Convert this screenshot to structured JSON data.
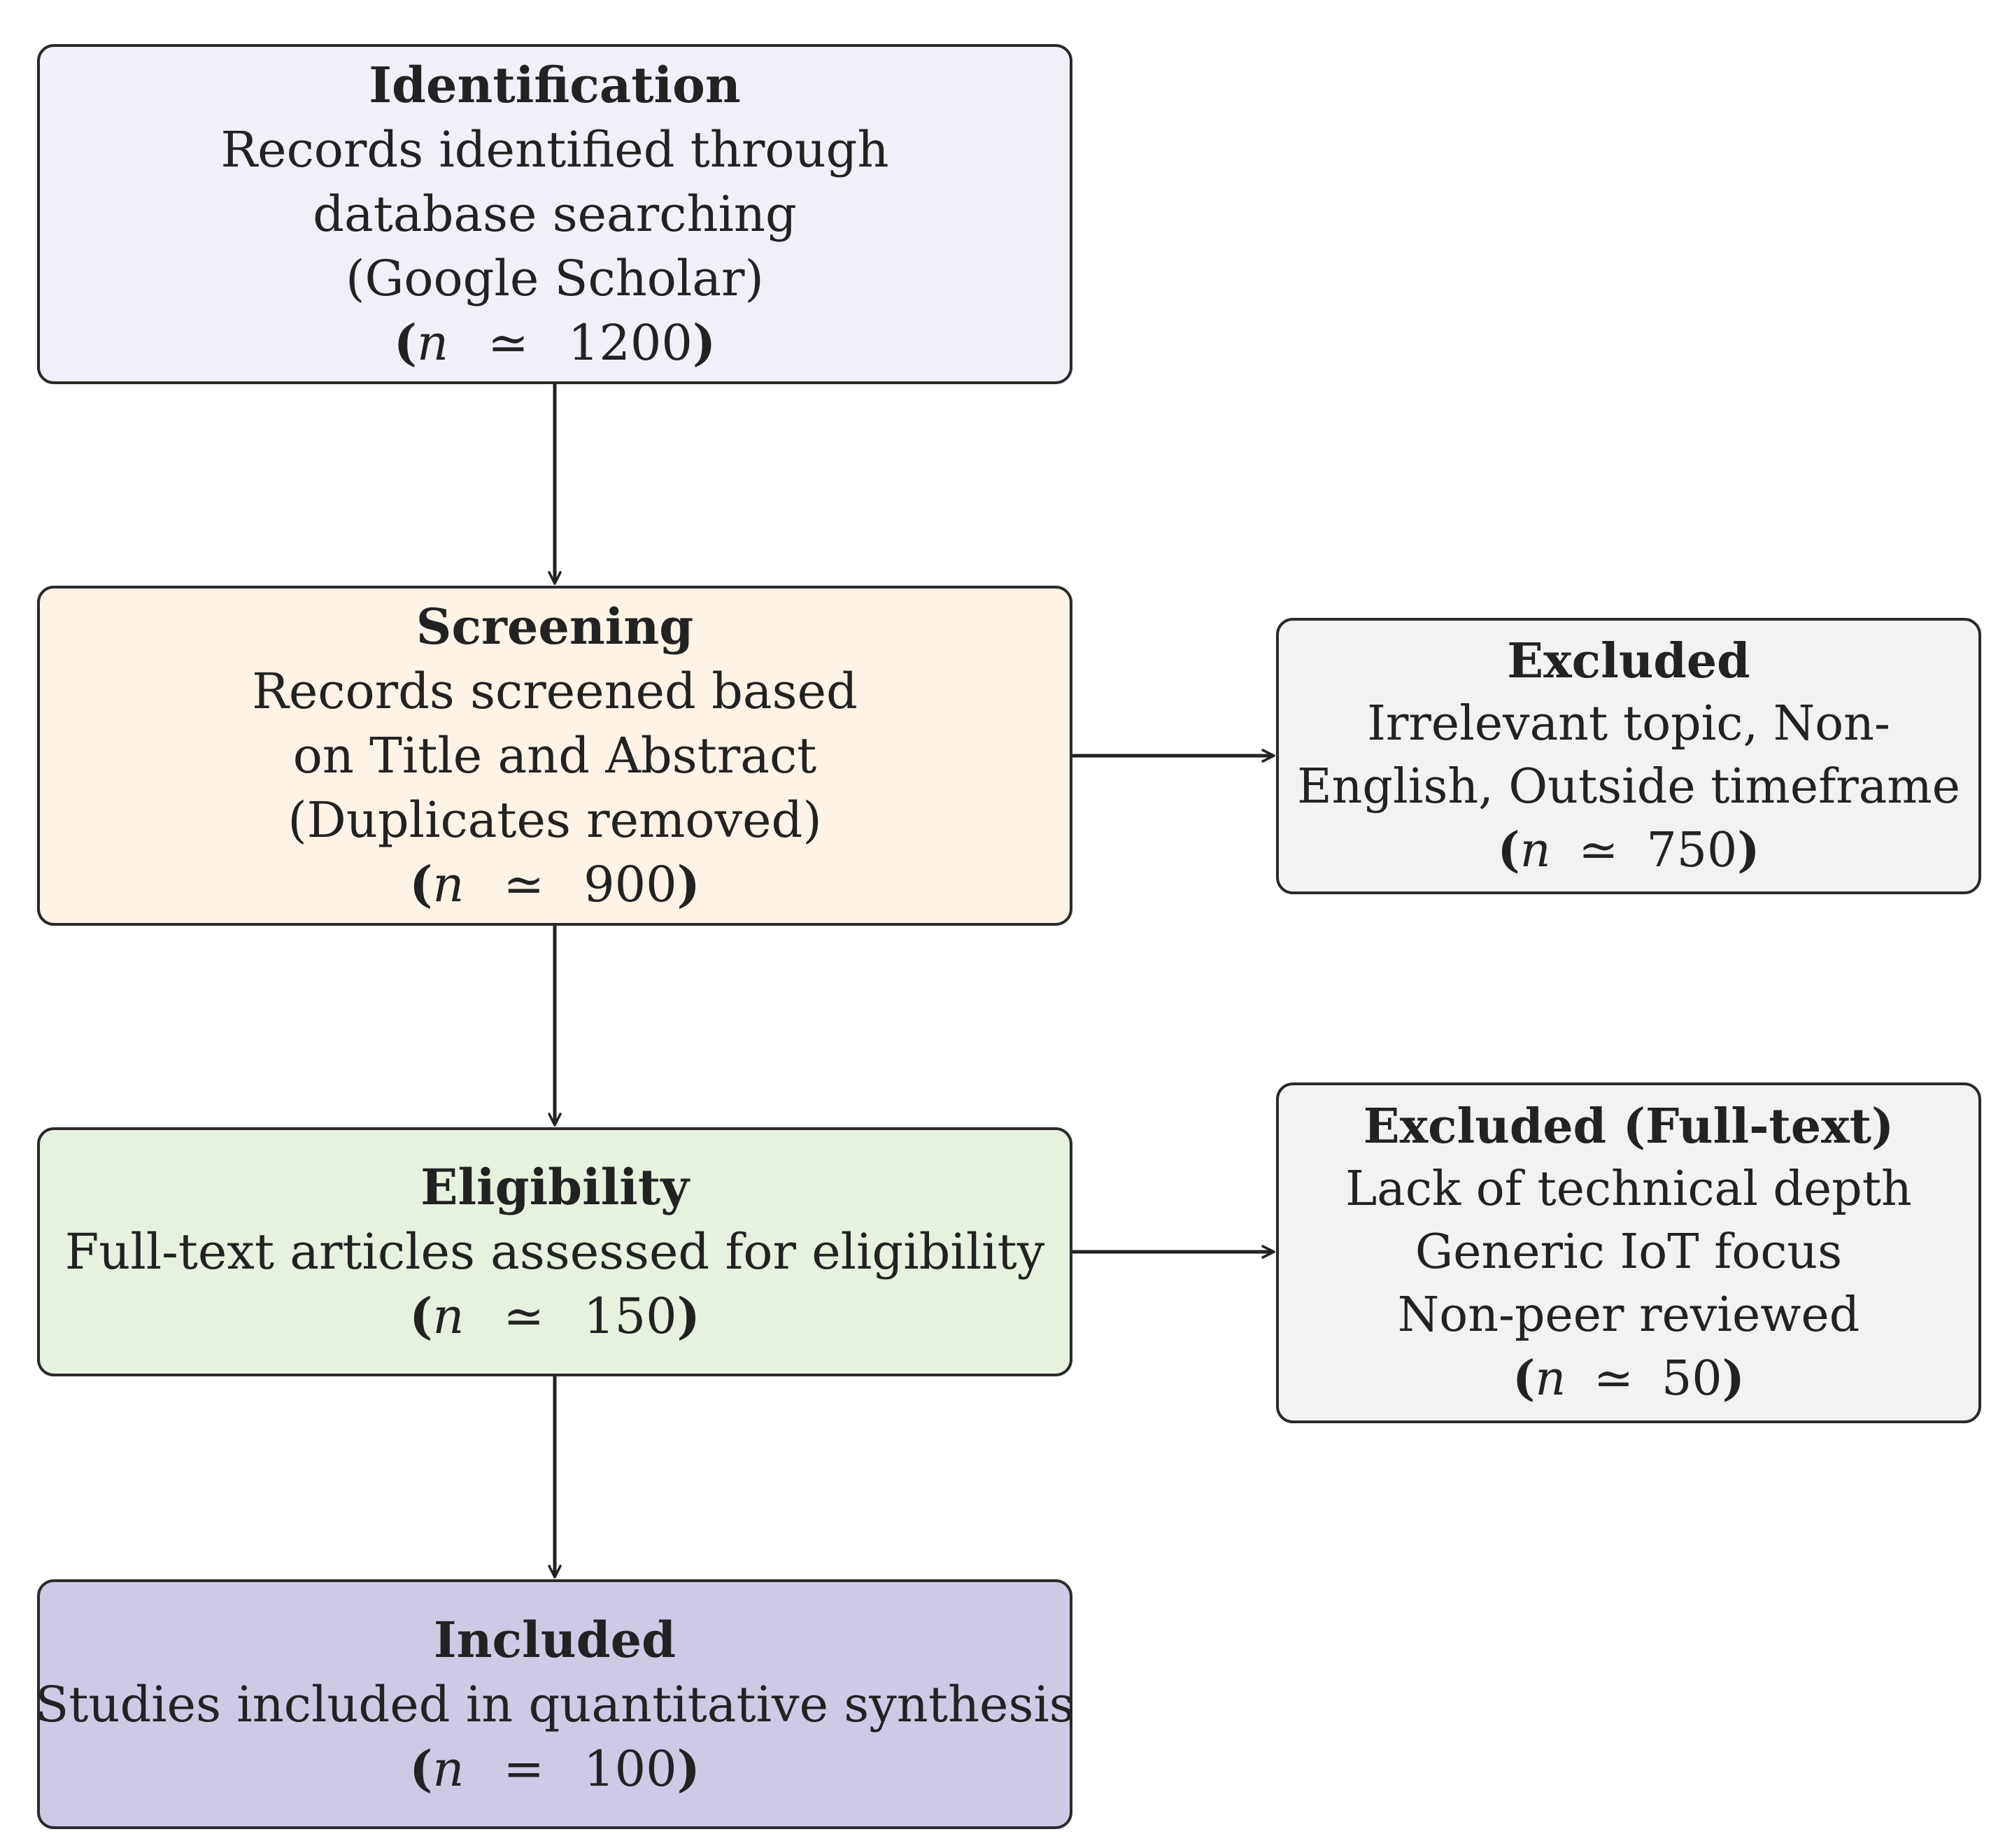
{
  "boxes": {
    "identification": {
      "title": "Identification",
      "lines": [
        "Records identified through",
        "database searching",
        "(Google Scholar)"
      ],
      "count": {
        "open": "(",
        "var": "n",
        "relation": "≃",
        "value": "1200",
        "close": ")"
      },
      "color": "#f0f1f8"
    },
    "screening": {
      "title": "Screening",
      "lines": [
        "Records screened based",
        "on Title and Abstract",
        "(Duplicates removed)"
      ],
      "count": {
        "open": "(",
        "var": "n",
        "relation": "≃",
        "value": "900",
        "close": ")"
      },
      "color": "#fdf3e7"
    },
    "eligibility": {
      "title": "Eligibility",
      "lines": [
        "Full-text articles assessed for eligibility"
      ],
      "count": {
        "open": "(",
        "var": "n",
        "relation": "≃",
        "value": "150",
        "close": ")"
      },
      "color": "#e6f1df"
    },
    "included": {
      "title": "Included",
      "lines": [
        "Studies included in quantitative synthesis"
      ],
      "count": {
        "open": "(",
        "var": "n",
        "relation": "=",
        "value": "100",
        "close": ")"
      },
      "color": "#cdcae6"
    },
    "excluded": {
      "title": "Excluded",
      "lines": [
        "Irrelevant topic, Non-",
        "English, Outside timeframe"
      ],
      "count": {
        "open": "(",
        "var": "n",
        "relation": "≃",
        "value": "750",
        "close": ")"
      },
      "color": "#f2f2f2"
    },
    "excluded_fulltext": {
      "title": "Excluded (Full-text)",
      "lines": [
        "Lack of technical depth",
        "Generic IoT focus",
        "Non-peer reviewed"
      ],
      "count": {
        "open": "(",
        "var": "n",
        "relation": "≃",
        "value": "50",
        "close": ")"
      },
      "color": "#f2f2f2"
    }
  },
  "edges": [
    {
      "from": "identification",
      "to": "screening"
    },
    {
      "from": "screening",
      "to": "eligibility"
    },
    {
      "from": "eligibility",
      "to": "included"
    },
    {
      "from": "screening",
      "to": "excluded"
    },
    {
      "from": "eligibility",
      "to": "excluded_fulltext"
    }
  ]
}
